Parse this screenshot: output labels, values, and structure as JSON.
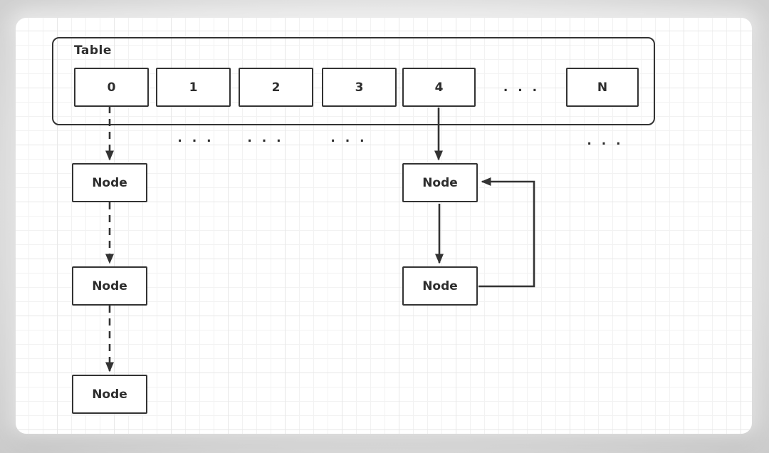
{
  "diagram": {
    "table": {
      "label": "Table",
      "cells": [
        "0",
        "1",
        "2",
        "3",
        "4"
      ],
      "gap_ellipsis": ". . .",
      "last_cell": "N"
    },
    "ellipses_row": [
      ". . .",
      ". . .",
      ". . .",
      ". . ."
    ],
    "left_chain": {
      "link_style": "dashed",
      "nodes": [
        "Node",
        "Node",
        "Node"
      ]
    },
    "right_chain": {
      "link_style": "solid",
      "loop_back": true,
      "nodes": [
        "Node",
        "Node"
      ]
    },
    "colors": {
      "stroke": "#333333",
      "text": "#2d2d2d",
      "card_background": "#ffffff",
      "page_background": "#d2d2d2",
      "grid_minor": "#f2f2f2",
      "grid_major": "#e7e7e7"
    }
  }
}
